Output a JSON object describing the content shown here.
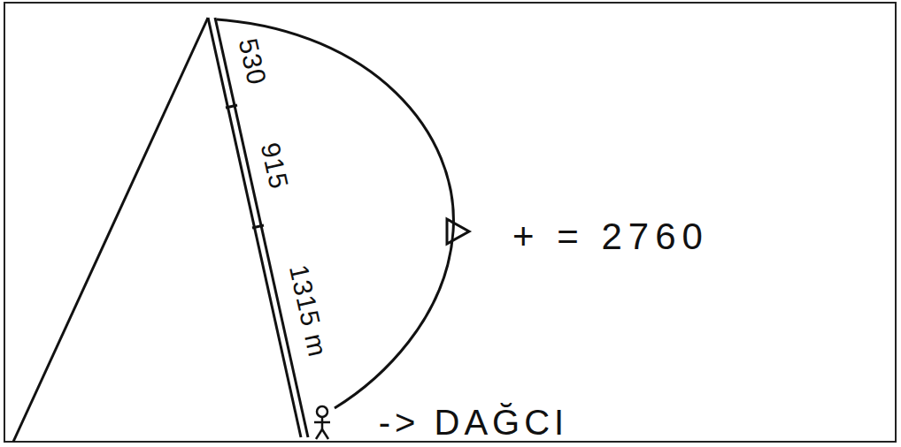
{
  "diagram": {
    "labels": [
      "530",
      "915",
      "1315 m",
      "+ = 2760",
      "-> DAĞCI"
    ]
  }
}
